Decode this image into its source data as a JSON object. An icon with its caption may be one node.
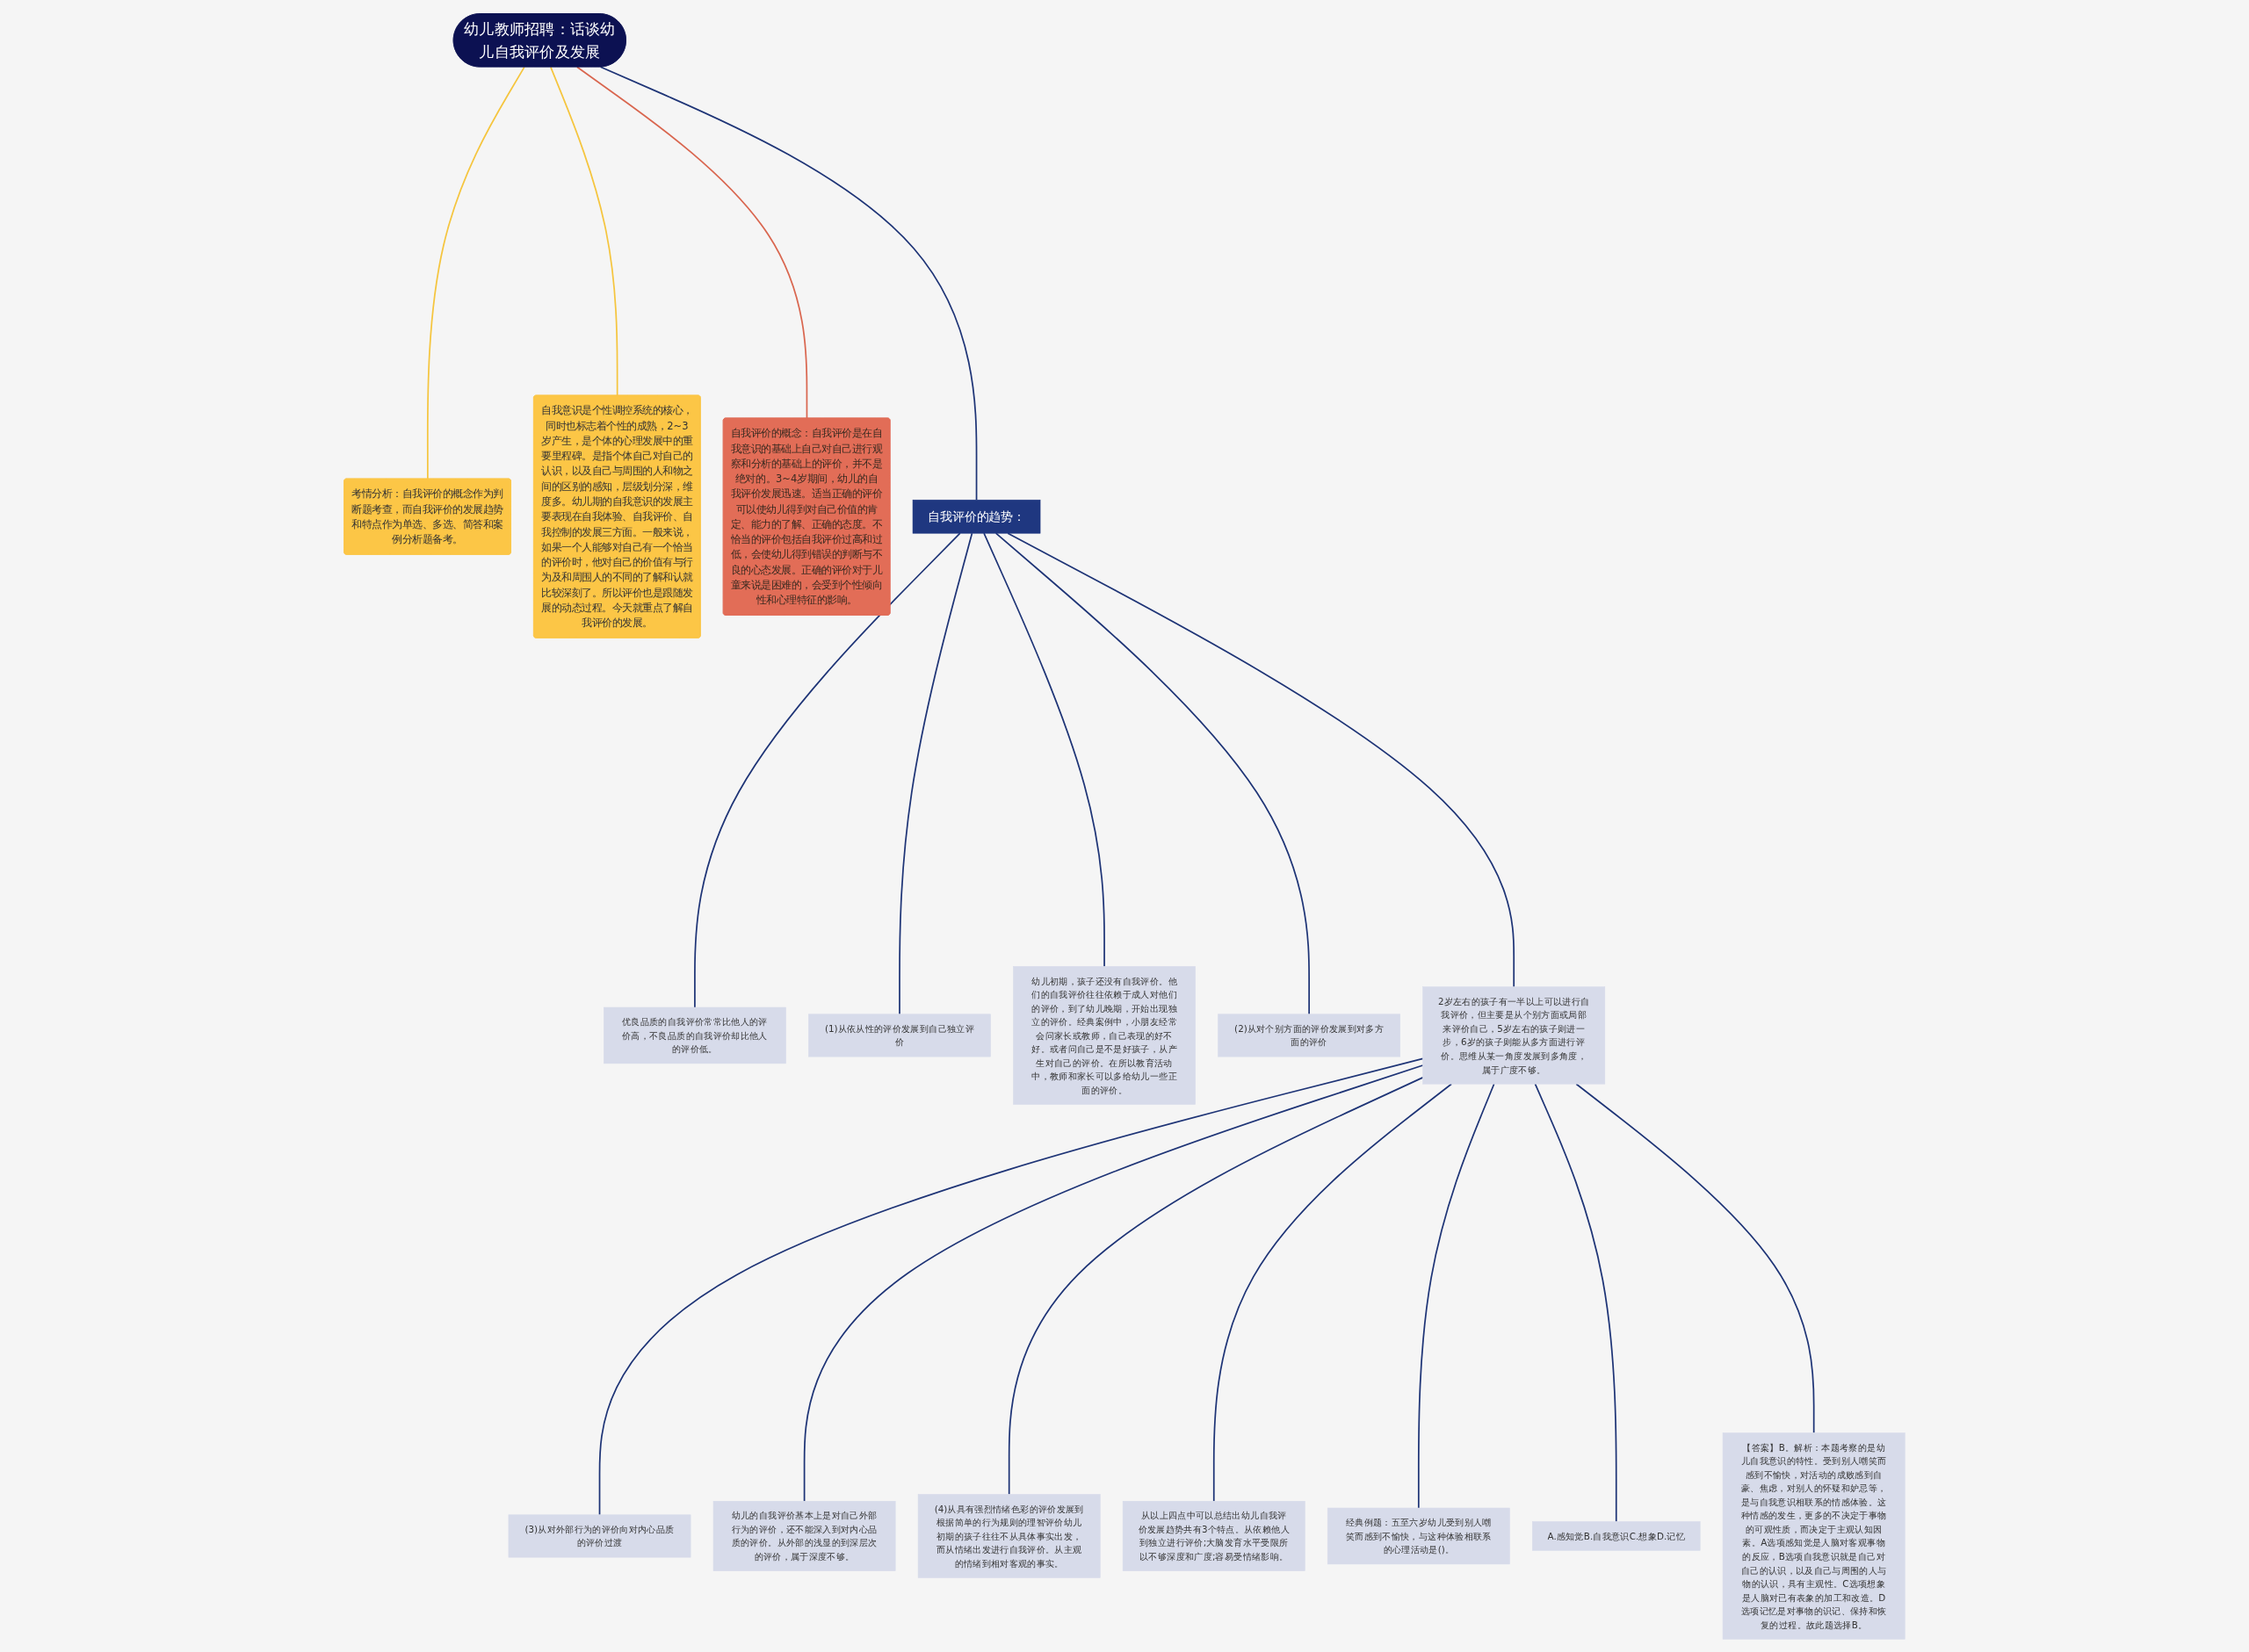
{
  "diagram": {
    "nodes": [
      {
        "text": [
          "幼儿教师招聘：话谈幼儿自我评价及发展"
        ]
      },
      {
        "text": [
          "考情分析：自我评价的概念作为判断题考查，而自我评价的发展趋势和特点作为单选、多选、简答和案例分析题备考。"
        ]
      },
      {
        "text": [
          "自我意识是个性调控系统的核心，同时也标志着个性的成熟，2~3岁产生，是个体的心理发展中的重要里程碑。是指个体自己对自己的认识，以及自己与周围的人和物之间的区别的感知，层级划分深，维度多。幼儿期的自我意识的发展主要表现在自我体验、自我评价、自我控制的发展三方面。一般来说，如果一个人能够对自己有一个恰当的评价时，他对自己的价值有与行为及和周围人的不同的了解和认就比较深刻了。所以评价也是跟随发展的动态过程。今天就重点了解自我评价的发展。"
        ]
      },
      {
        "text": [
          "自我评价的概念：自我评价是在自我意识的基础上自己对自己进行观察和分析的基础上的评价，并不是绝对的。3~4岁期间，幼儿的自我评价发展迅速。适当正确的评价可以使幼儿得到对自己价值的肯定、能力的了解、正确的态度。不恰当的评价包括自我评价过高和过低，会使幼儿得到错误的判断与不良的心态发展。正确的评价对于儿童来说是困难的，会受到个性倾向性和心理特征的影响。"
        ]
      },
      {
        "text": [
          "自我评价的趋势："
        ]
      },
      {
        "text": [
          "优良品质的自我评价常常比他人的评价高，不良品质的自我评价却比他人的评价低。"
        ]
      },
      {
        "text": [
          "(1)从依从性的评价发展到自己独立评价"
        ]
      },
      {
        "text": [
          "幼儿初期，孩子还没有自我评价。他们的自我评价往往依赖于成人对他们的评价，到了幼儿晚期，开始出现独立的评价。经典案例中，小朋友经常会问家长或教师，自己表现的好不好。或者问自己是不是好孩子，从产生对自己的评价。在所以教育活动中，教师和家长可以多给幼儿一些正面的评价。"
        ]
      },
      {
        "text": [
          "(2)从对个别方面的评价发展到对多方面的评价"
        ]
      },
      {
        "text": [
          "2岁左右的孩子有一半以上可以进行自我评价，但主要是从个别方面或局部来评价自己，5岁左右的孩子则进一步，6岁的孩子则能从多方面进行评价。思维从某一角度发展到多角度，属于广度不够。"
        ]
      },
      {
        "text": [
          "(3)从对外部行为的评价向对内心品质的评价过渡"
        ]
      },
      {
        "text": [
          "幼儿的自我评价基本上是对自己外部行为的评价，还不能深入到对内心品质的评价。从外部的浅显的到深层次的评价，属于深度不够。"
        ]
      },
      {
        "text": [
          "(4)从具有强烈情绪色彩的评价发展到根据简单的行为规则的理智评价幼儿初期的孩子往往不从具体事实出发，而从情绪出发进行自我评价。从主观的情绪到相对客观的事实。"
        ]
      },
      {
        "text": [
          "从以上四点中可以总结出幼儿自我评价发展趋势共有3个特点。从依赖他人到独立进行评价;大脑发育水平受限所以不够深度和广度;容易受情绪影响。"
        ]
      },
      {
        "text": [
          "经典例题：五至六岁幼儿受到别人嘲笑而感到不愉快，与这种体验相联系的心理活动是()。"
        ]
      },
      {
        "text": [
          "A.感知觉B.自我意识C.想象D.记忆"
        ]
      },
      {
        "text": [
          "【答案】B。解析：本题考察的是幼儿自我意识的特性。受到别人嘲笑而感到不愉快，对活动的成败感到自豪、焦虑，对别人的怀疑和妒忌等，是与自我意识相联系的情感体验。这种情感的发生，更多的不决定于事物的可观性质，而决定于主观认知因素。A选项感知觉是人脑对客观事物的反应，B选项自我意识就是自己对自己的认识，以及自己与周围的人与物的认识，具有主观性。C选项想象是人脑对已有表象的加工和改造。D选项记忆是对事物的识记、保持和恢复的过程。故此题选择B。"
        ]
      }
    ],
    "edges": [
      {
        "from": 0,
        "to": 1,
        "arrow": "none",
        "color": "#f5c53e"
      },
      {
        "from": 0,
        "to": 2,
        "arrow": "none",
        "color": "#f5c53e"
      },
      {
        "from": 0,
        "to": 3,
        "arrow": "none",
        "color": "#d9664f"
      },
      {
        "from": 0,
        "to": 4,
        "arrow": "none"
      },
      {
        "from": 4,
        "to": 5,
        "arrow": "none"
      },
      {
        "from": 4,
        "to": 6,
        "arrow": "none"
      },
      {
        "from": 4,
        "to": 7,
        "arrow": "none"
      },
      {
        "from": 4,
        "to": 8,
        "arrow": "none"
      },
      {
        "from": 4,
        "to": 9,
        "arrow": "none"
      },
      {
        "from": 9,
        "to": 10,
        "arrow": "none"
      },
      {
        "from": 9,
        "to": 11,
        "arrow": "none"
      },
      {
        "from": 9,
        "to": 12,
        "arrow": "none"
      },
      {
        "from": 9,
        "to": 13,
        "arrow": "none"
      },
      {
        "from": 9,
        "to": 14,
        "arrow": "none"
      },
      {
        "from": 9,
        "to": 15,
        "arrow": "none"
      },
      {
        "from": 9,
        "to": 16,
        "arrow": "none"
      }
    ]
  }
}
